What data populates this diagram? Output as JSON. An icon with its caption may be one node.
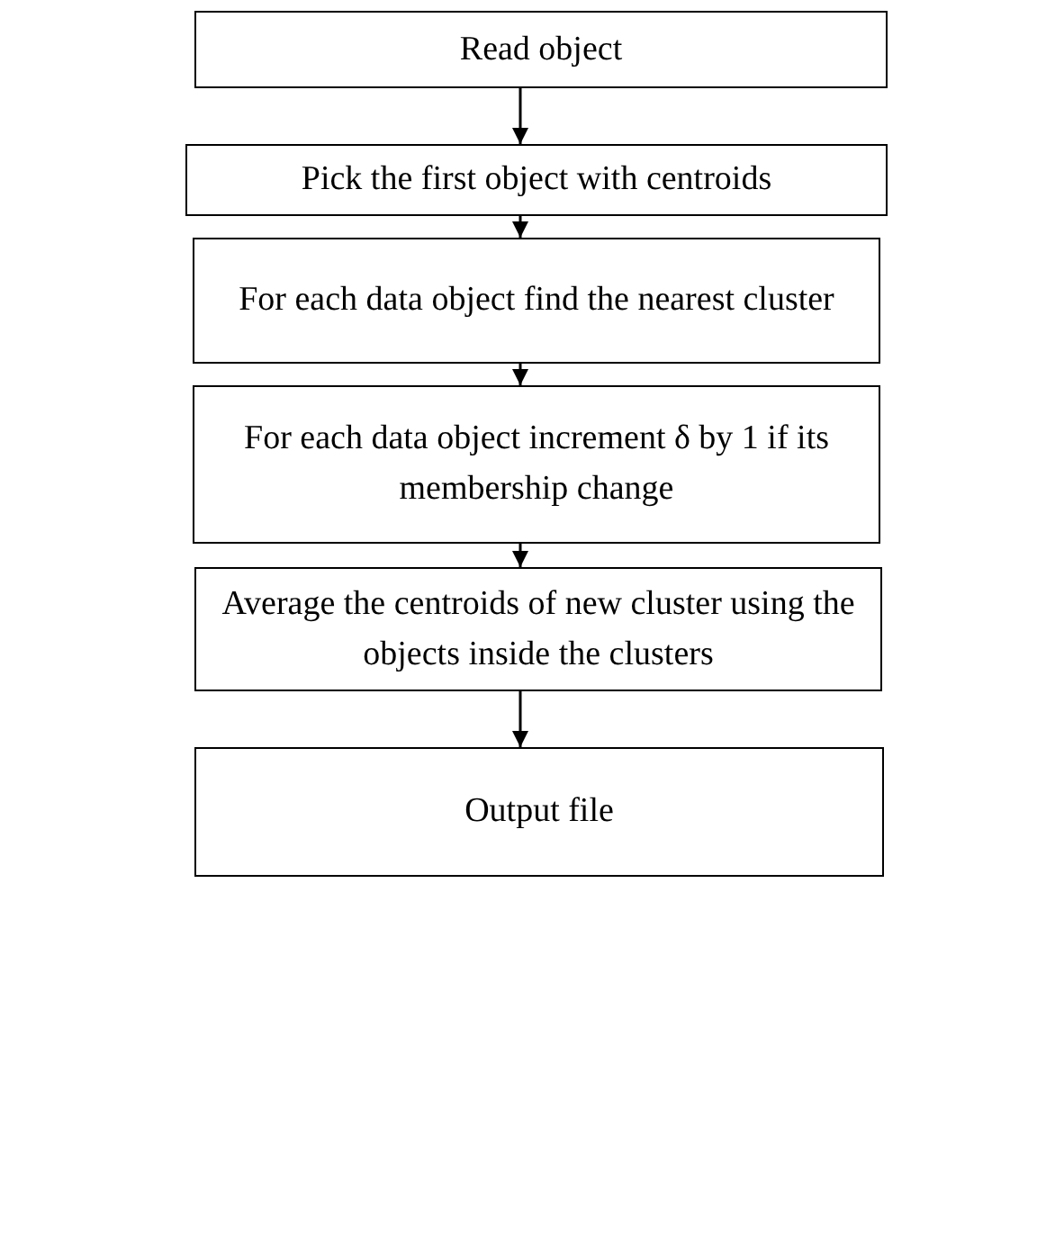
{
  "diagram": {
    "nodes": [
      {
        "text": [
          "Read object"
        ]
      },
      {
        "text": [
          "Pick the first object with centroids"
        ]
      },
      {
        "text": [
          "For each data object find the nearest cluster"
        ]
      },
      {
        "text": [
          "For each data object increment δ by 1 if its membership change"
        ]
      },
      {
        "text": [
          "Average the centroids of new cluster using the objects inside the clusters"
        ]
      },
      {
        "text": [
          "Output file"
        ]
      }
    ],
    "edges": [
      {
        "from": 0,
        "to": 1,
        "arrow": "to"
      },
      {
        "from": 1,
        "to": 2,
        "arrow": "to"
      },
      {
        "from": 2,
        "to": 3,
        "arrow": "to"
      },
      {
        "from": 3,
        "to": 4,
        "arrow": "to"
      },
      {
        "from": 4,
        "to": 5,
        "arrow": "to"
      }
    ]
  }
}
